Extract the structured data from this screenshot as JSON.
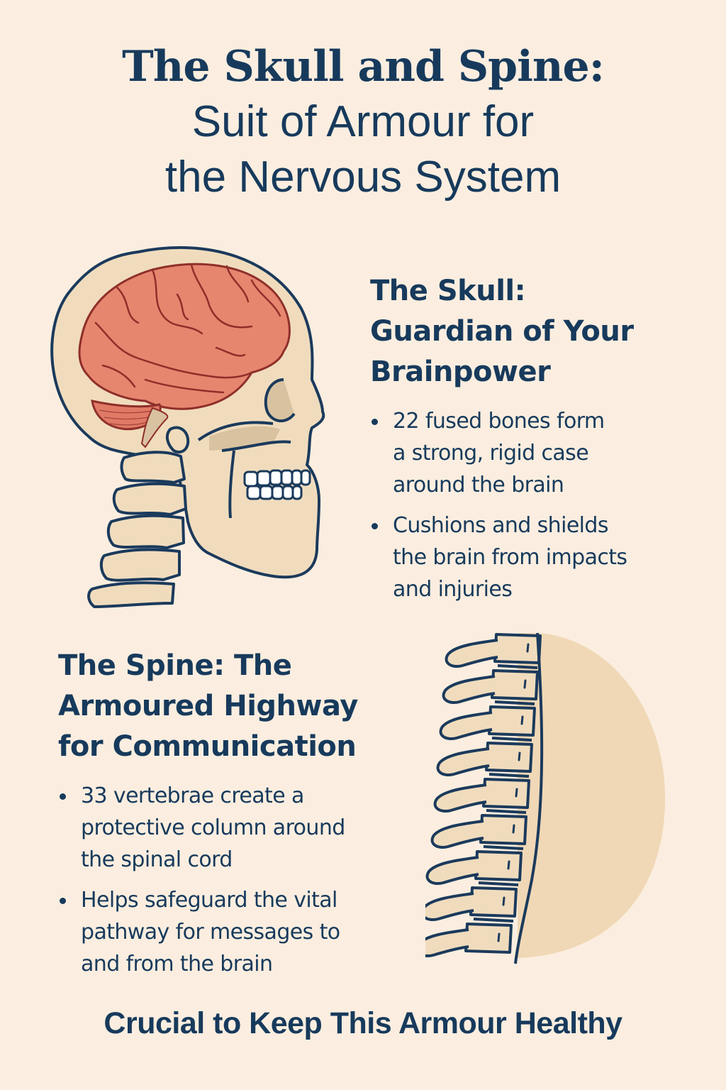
{
  "header": {
    "title": "The Skull and Spine:",
    "subtitle_line1": "Suit of Armour for",
    "subtitle_line2": "the Nervous System"
  },
  "skull": {
    "heading_line1": "The Skull:",
    "heading_line2": "Guardian of Your",
    "heading_line3": "Brainpower",
    "bullets": [
      {
        "line1": "22 fused bones form",
        "line2": "a strong, rigid case",
        "line3": "around the brain"
      },
      {
        "line1": "Cushions and shields",
        "line2": "the brain from impacts",
        "line3": "and injuries"
      }
    ]
  },
  "spine": {
    "heading_line1": "The Spine: The",
    "heading_line2": "Armoured Highway",
    "heading_line3": "for Communication",
    "bullets": [
      {
        "line1": "33 vertebrae create a",
        "line2": "protective column around",
        "line3": "the spinal cord"
      },
      {
        "line1": "Helps safeguard the vital",
        "line2": "pathway for messages to",
        "line3": "and from the brain"
      }
    ]
  },
  "footer": {
    "text": "Crucial to Keep This Armour Healthy"
  },
  "colors": {
    "background": "#fbeee0",
    "text": "#173a5c",
    "outline": "#1b3a5c",
    "bone": "#f0dcbd",
    "bone_shadow": "#d9c2a0",
    "brain": "#e6866f",
    "brain_line": "#8f2f2a",
    "spine_backdrop": "#f0d8b6"
  },
  "icons": {
    "skull_illustration": "skull-with-brain-illustration",
    "spine_illustration": "spine-illustration"
  }
}
